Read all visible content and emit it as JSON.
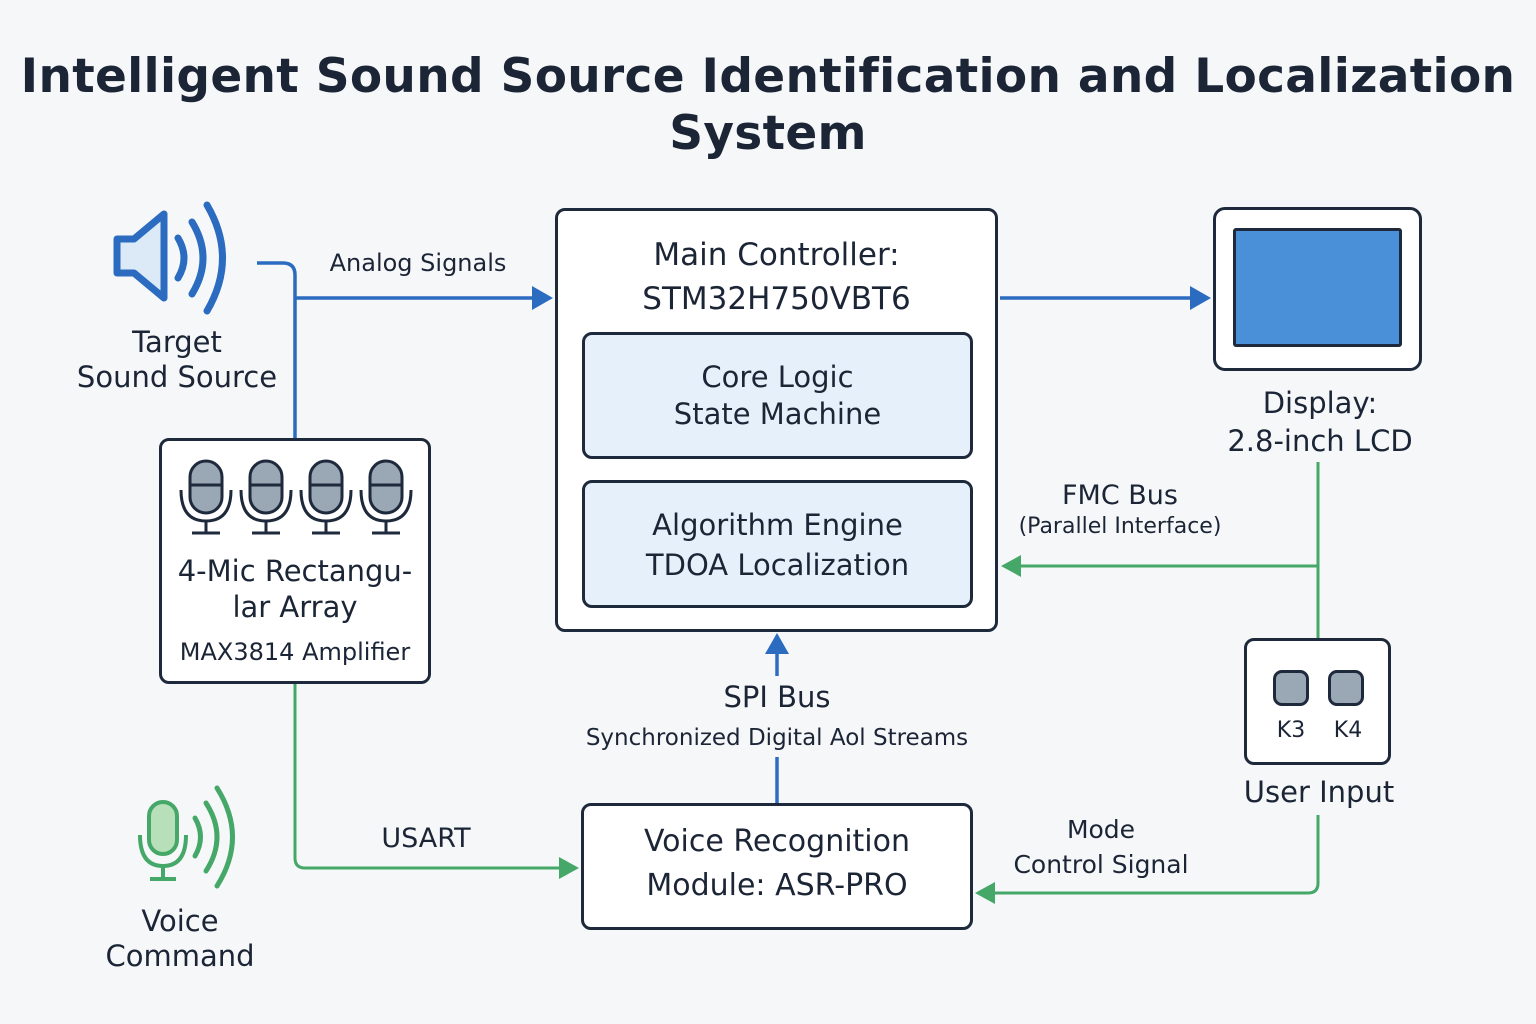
{
  "title": {
    "line1": "Intelligent Sound Source Identification and Localization",
    "line2": "System"
  },
  "nodes": {
    "sound_source": {
      "line1": "Target",
      "line2": "Sound Source",
      "icon": "speaker-icon"
    },
    "voice_command": {
      "line1": "Voice",
      "line2": "Command",
      "icon": "microphone-icon"
    },
    "mic_array": {
      "line1": "4-Mic Rectangu-",
      "line2": "lar Array",
      "sub": "MAX3814 Amplifier",
      "icons": [
        "microphone-icon",
        "microphone-icon",
        "microphone-icon",
        "microphone-icon"
      ]
    },
    "main_controller": {
      "line1": "Main Controller:",
      "line2": "STM32H750VBT6",
      "core_logic": {
        "line1": "Core Logic",
        "line2": "State Machine"
      },
      "algorithm": {
        "line1": "Algorithm Engine",
        "line2": "TDOA Localization"
      }
    },
    "display": {
      "line1": "Display:",
      "line2": "2.8-inch LCD",
      "icon": "lcd-screen-icon"
    },
    "user_input": {
      "label": "User Input",
      "keys": [
        "K3",
        "K4"
      ]
    },
    "voice_module": {
      "line1": "Voice Recognition",
      "line2": "Module: ASR-PRO"
    }
  },
  "edges": {
    "analog": "Analog Signals",
    "fmc": {
      "line1": "FMC Bus",
      "line2": "(Parallel Interface)"
    },
    "spi": {
      "line1": "SPI Bus",
      "line2": "Synchronized Digital Aol Streams"
    },
    "usart": "USART",
    "mode": {
      "line1": "Mode",
      "line2": "Control Signal"
    }
  },
  "colors": {
    "blue_link": "#2b6cc0",
    "green_link": "#45a868",
    "dark_border": "#1e2a3c",
    "inner_fill": "#e6f0fb",
    "lcd_fill": "#4a90d9",
    "mic_fill": "#9aa7b4"
  }
}
